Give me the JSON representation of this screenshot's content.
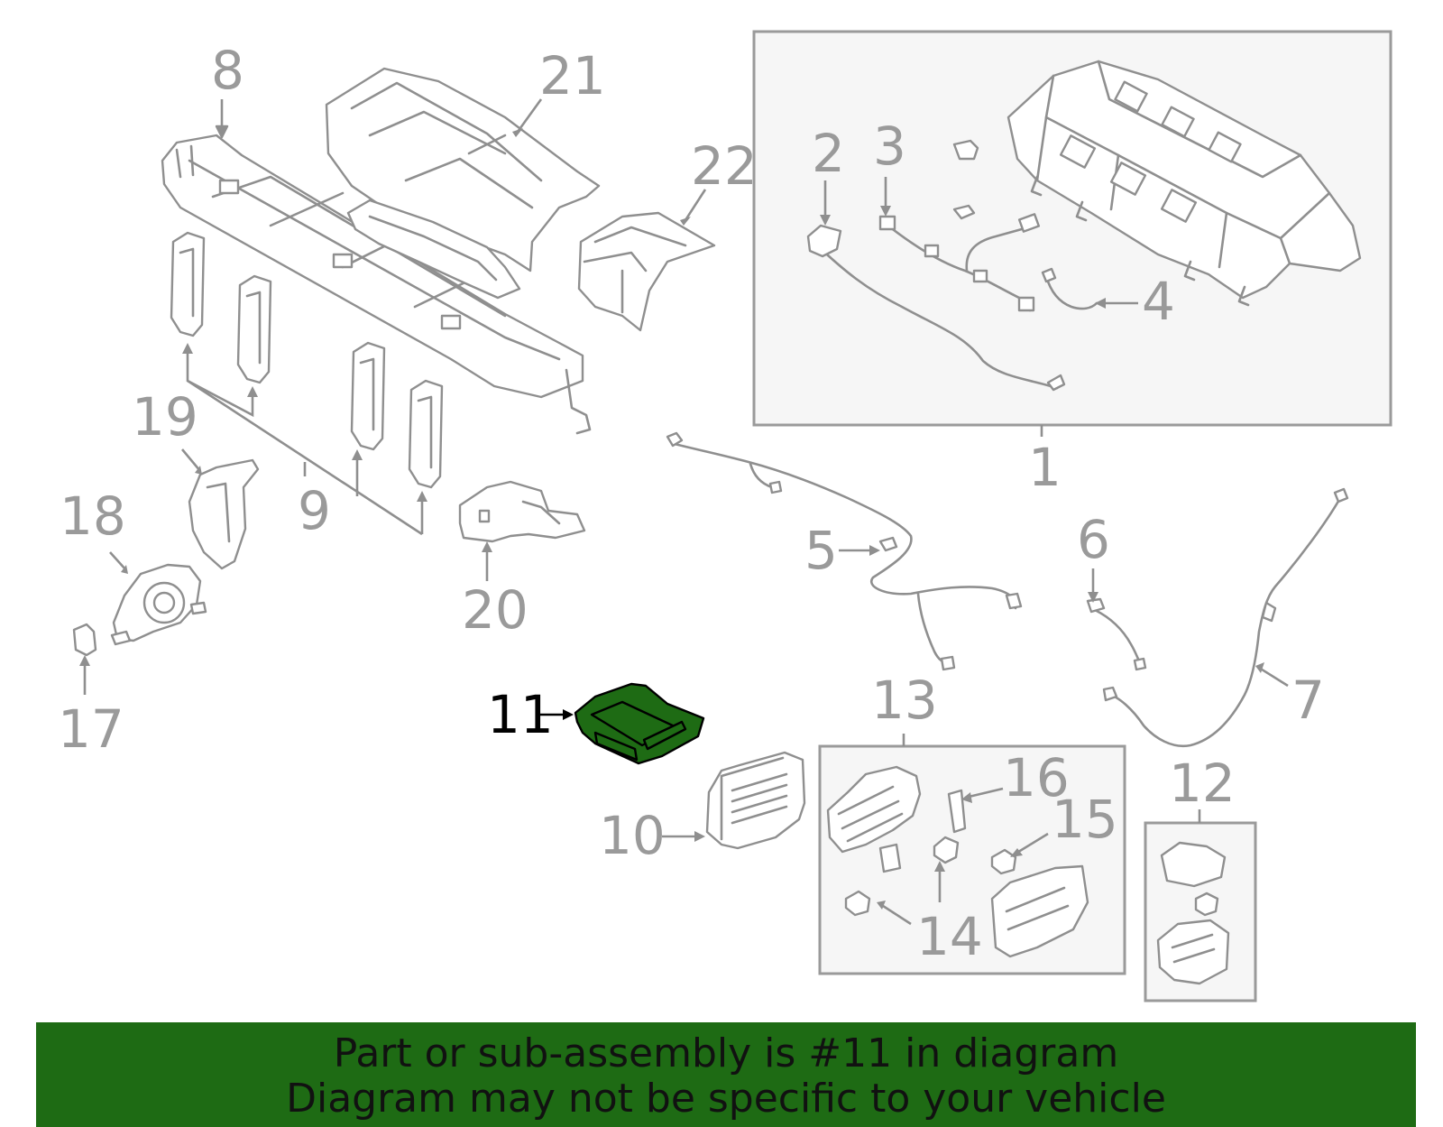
{
  "callouts": {
    "c1": "1",
    "c2": "2",
    "c3": "3",
    "c4": "4",
    "c5": "5",
    "c6": "6",
    "c7": "7",
    "c8": "8",
    "c9": "9",
    "c10": "10",
    "c11": "11",
    "c12": "12",
    "c13": "13",
    "c14": "14",
    "c15": "15",
    "c16": "16",
    "c17": "17",
    "c18": "18",
    "c19": "19",
    "c20": "20",
    "c21": "21",
    "c22": "22"
  },
  "highlight": {
    "part_number": "11",
    "color": "#1e6b14"
  },
  "banner": {
    "line1": "Part or sub-assembly is #11 in diagram",
    "line2": "Diagram may not be specific to your vehicle",
    "background": "#1e6b14"
  }
}
